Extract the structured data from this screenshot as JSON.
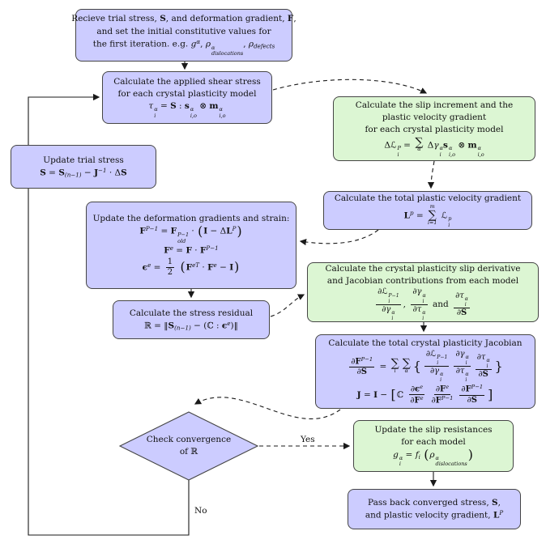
{
  "colors": {
    "purple": "#ccccff",
    "green": "#dcf6d3",
    "border": "#454545",
    "line": "#1a1a1a",
    "bg": "#ffffff"
  },
  "labels": {
    "yes": "Yes",
    "no": "No"
  },
  "nodes": {
    "receive": {
      "lines": [
        [
          {
            "t": "Recieve trial stress, "
          },
          {
            "b": "S"
          },
          {
            "t": ", and deformation gradient, "
          },
          {
            "b": "F"
          },
          {
            "t": ","
          }
        ],
        [
          {
            "t": "and set the initial constitutive values for"
          }
        ],
        [
          {
            "t": "the first iteration. e.g. "
          },
          {
            "i": "g"
          },
          {
            "sup": "α"
          },
          {
            "t": ", "
          },
          {
            "i": "ρ"
          },
          {
            "ss": [
              "α",
              "dislocations"
            ]
          },
          {
            "t": ", "
          },
          {
            "i": "ρ"
          },
          {
            "sub": "defects"
          }
        ]
      ]
    },
    "shear": {
      "lines": [
        [
          {
            "t": "Calculate the applied shear stress"
          }
        ],
        [
          {
            "t": "for each crystal plasticity model"
          }
        ],
        [
          {
            "i": "τ"
          },
          {
            "ss": [
              "α",
              "i"
            ]
          },
          {
            "t": " = "
          },
          {
            "b": "S"
          },
          {
            "t": " : "
          },
          {
            "b": "s"
          },
          {
            "ss": [
              "α",
              "i,o"
            ]
          },
          {
            "t": " ⊗ "
          },
          {
            "b": "m"
          },
          {
            "ss": [
              "α",
              "i,o"
            ]
          }
        ]
      ]
    },
    "slip": {
      "lines": [
        [
          {
            "t": "Calculate the slip increment and the"
          }
        ],
        [
          {
            "t": "plastic velocity gradient"
          }
        ],
        [
          {
            "t": "for each crystal plasticity model"
          }
        ],
        [
          {
            "t": "Δℒ"
          },
          {
            "ss": [
              "P",
              "i"
            ]
          },
          {
            "t": " = "
          },
          {
            "sum": {
              "op": "∑",
              "top": "",
              "bot": "α"
            }
          },
          {
            "t": " Δ"
          },
          {
            "i": "γ"
          },
          {
            "ss": [
              "α",
              "i"
            ]
          },
          {
            "b": "s"
          },
          {
            "ss": [
              "α",
              "i,o"
            ]
          },
          {
            "t": " ⊗ "
          },
          {
            "b": "m"
          },
          {
            "ss": [
              "α",
              "i,o"
            ]
          }
        ]
      ]
    },
    "velocity": {
      "lines": [
        [
          {
            "t": "Calculate the total plastic velocity gradient"
          }
        ],
        [
          {
            "b": "L"
          },
          {
            "sup": "p"
          },
          {
            "t": " = "
          },
          {
            "sum": {
              "op": "∑",
              "top": "m",
              "bot": "i=1"
            }
          },
          {
            "t": " ℒ"
          },
          {
            "ss": [
              "p",
              "i"
            ]
          }
        ]
      ]
    },
    "trial": {
      "lines": [
        [
          {
            "t": "Update trial stress"
          }
        ],
        [
          {
            "b": "S"
          },
          {
            "t": " = "
          },
          {
            "b": "S"
          },
          {
            "sub": "(n−1)"
          },
          {
            "t": " − "
          },
          {
            "bb": "J"
          },
          {
            "sup": "−1"
          },
          {
            "t": " · Δ"
          },
          {
            "b": "S"
          }
        ]
      ]
    },
    "deformation": {
      "lines": [
        [
          {
            "t": "Update the deformation gradients and strain:"
          }
        ],
        [
          {
            "b": "F"
          },
          {
            "sup": "P−1"
          },
          {
            "t": " = "
          },
          {
            "b": "F"
          },
          {
            "ss": [
              "P−1",
              "old"
            ]
          },
          {
            "t": " · "
          },
          {
            "big": "("
          },
          {
            "b": "I"
          },
          {
            "t": " − Δ"
          },
          {
            "b": "L"
          },
          {
            "sup": "P"
          },
          {
            "big": ")"
          }
        ],
        [
          {
            "b": "F"
          },
          {
            "sup": "e"
          },
          {
            "t": " = "
          },
          {
            "b": "F"
          },
          {
            "t": " · "
          },
          {
            "b": "F"
          },
          {
            "sup": "P−1"
          }
        ],
        [
          {
            "b": "ϵ"
          },
          {
            "sup": "e"
          },
          {
            "t": " = "
          },
          {
            "f": [
              [
                {
                  "t": "1"
                }
              ],
              [
                {
                  "t": "2"
                }
              ]
            ]
          },
          {
            "t": " "
          },
          {
            "big": "("
          },
          {
            "b": "F"
          },
          {
            "sup": "eT"
          },
          {
            "t": " · "
          },
          {
            "b": "F"
          },
          {
            "sup": "e"
          },
          {
            "t": " − "
          },
          {
            "b": "I"
          },
          {
            "big": ")"
          }
        ]
      ]
    },
    "residual": {
      "lines": [
        [
          {
            "t": "Calculate the stress residual"
          }
        ],
        [
          {
            "t": "ℝ = ‖"
          },
          {
            "b": "S"
          },
          {
            "sub": "(n−1)"
          },
          {
            "t": " − (ℂ : "
          },
          {
            "b": "ϵ"
          },
          {
            "sup": "e"
          },
          {
            "t": ")‖"
          }
        ]
      ]
    },
    "derivative": {
      "lines": [
        [
          {
            "t": "Calculate the crystal plasticity slip derivative"
          }
        ],
        [
          {
            "t": "and Jacobian contributions from each model"
          }
        ],
        [
          {
            "f": [
              [
                {
                  "t": "∂ℒ"
                },
                {
                  "ss": [
                    "P−1",
                    "i"
                  ]
                }
              ],
              [
                {
                  "t": "∂"
                },
                {
                  "i": "γ"
                },
                {
                  "ss": [
                    "α",
                    "i"
                  ]
                }
              ]
            ]
          },
          {
            "t": ", "
          },
          {
            "f": [
              [
                {
                  "t": "∂"
                },
                {
                  "i": "γ"
                },
                {
                  "ss": [
                    "α",
                    "i"
                  ]
                }
              ],
              [
                {
                  "t": "∂"
                },
                {
                  "i": "τ"
                },
                {
                  "ss": [
                    "α",
                    "i"
                  ]
                }
              ]
            ]
          },
          {
            "t": " and "
          },
          {
            "f": [
              [
                {
                  "t": "∂"
                },
                {
                  "i": "τ"
                },
                {
                  "ss": [
                    "α",
                    "i"
                  ]
                }
              ],
              [
                {
                  "t": "∂"
                },
                {
                  "b": "S"
                }
              ]
            ]
          }
        ]
      ]
    },
    "jacobian": {
      "lines": [
        [
          {
            "t": "Calculate the total crystal plasticity Jacobian"
          }
        ],
        [
          {
            "f": [
              [
                {
                  "t": "∂"
                },
                {
                  "b": "F"
                },
                {
                  "sup": "P−1"
                }
              ],
              [
                {
                  "t": "∂"
                },
                {
                  "b": "S"
                }
              ]
            ]
          },
          {
            "t": " = "
          },
          {
            "sum": {
              "op": "∑",
              "top": "",
              "bot": "i"
            }
          },
          {
            "sum": {
              "op": "∑",
              "top": "",
              "bot": "α"
            }
          },
          {
            "big": "{"
          },
          {
            "f": [
              [
                {
                  "t": "∂ℒ"
                },
                {
                  "ss": [
                    "P−1",
                    "i"
                  ]
                }
              ],
              [
                {
                  "t": "∂"
                },
                {
                  "i": "γ"
                },
                {
                  "ss": [
                    "α",
                    "i"
                  ]
                }
              ]
            ]
          },
          {
            "f": [
              [
                {
                  "t": "∂"
                },
                {
                  "i": "γ"
                },
                {
                  "ss": [
                    "α",
                    "i"
                  ]
                }
              ],
              [
                {
                  "t": "∂"
                },
                {
                  "i": "τ"
                },
                {
                  "ss": [
                    "α",
                    "i"
                  ]
                }
              ]
            ]
          },
          {
            "f": [
              [
                {
                  "t": "∂"
                },
                {
                  "i": "τ"
                },
                {
                  "ss": [
                    "α",
                    "i"
                  ]
                }
              ],
              [
                {
                  "t": "∂"
                },
                {
                  "b": "S"
                }
              ]
            ]
          },
          {
            "big": "}"
          }
        ],
        [
          {
            "bb": "J"
          },
          {
            "t": " = "
          },
          {
            "bb": "I"
          },
          {
            "t": " − "
          },
          {
            "big": "["
          },
          {
            "t": "ℂ "
          },
          {
            "f": [
              [
                {
                  "t": "∂"
                },
                {
                  "b": "ϵ"
                },
                {
                  "sup": "e"
                }
              ],
              [
                {
                  "t": "∂"
                },
                {
                  "b": "F"
                },
                {
                  "sup": "e"
                }
              ]
            ]
          },
          {
            "f": [
              [
                {
                  "t": "∂"
                },
                {
                  "b": "F"
                },
                {
                  "sup": "e"
                }
              ],
              [
                {
                  "t": "∂"
                },
                {
                  "b": "F"
                },
                {
                  "sup": "P−1"
                }
              ]
            ]
          },
          {
            "f": [
              [
                {
                  "t": "∂"
                },
                {
                  "b": "F"
                },
                {
                  "sup": "P−1"
                }
              ],
              [
                {
                  "t": "∂"
                },
                {
                  "b": "S"
                }
              ]
            ]
          },
          {
            "big": "]"
          }
        ]
      ]
    },
    "decision": {
      "lines": [
        [
          {
            "t": "Check convergence"
          }
        ],
        [
          {
            "t": "of ℝ"
          }
        ]
      ]
    },
    "resistances": {
      "lines": [
        [
          {
            "t": "Update the slip resistances"
          }
        ],
        [
          {
            "t": "for each model"
          }
        ],
        [
          {
            "i": "g"
          },
          {
            "ss": [
              "α",
              "i"
            ]
          },
          {
            "t": " = "
          },
          {
            "i": "f"
          },
          {
            "sub": "i"
          },
          {
            "t": " "
          },
          {
            "big": "("
          },
          {
            "i": "ρ"
          },
          {
            "ss": [
              "α",
              "dislocations"
            ]
          },
          {
            "big": ")"
          }
        ]
      ]
    },
    "passback": {
      "lines": [
        [
          {
            "t": "Pass back converged stress, "
          },
          {
            "b": "S"
          },
          {
            "t": ","
          }
        ],
        [
          {
            "t": "and plastic velocity gradient, "
          },
          {
            "b": "L"
          },
          {
            "sup": "P"
          }
        ]
      ]
    }
  }
}
